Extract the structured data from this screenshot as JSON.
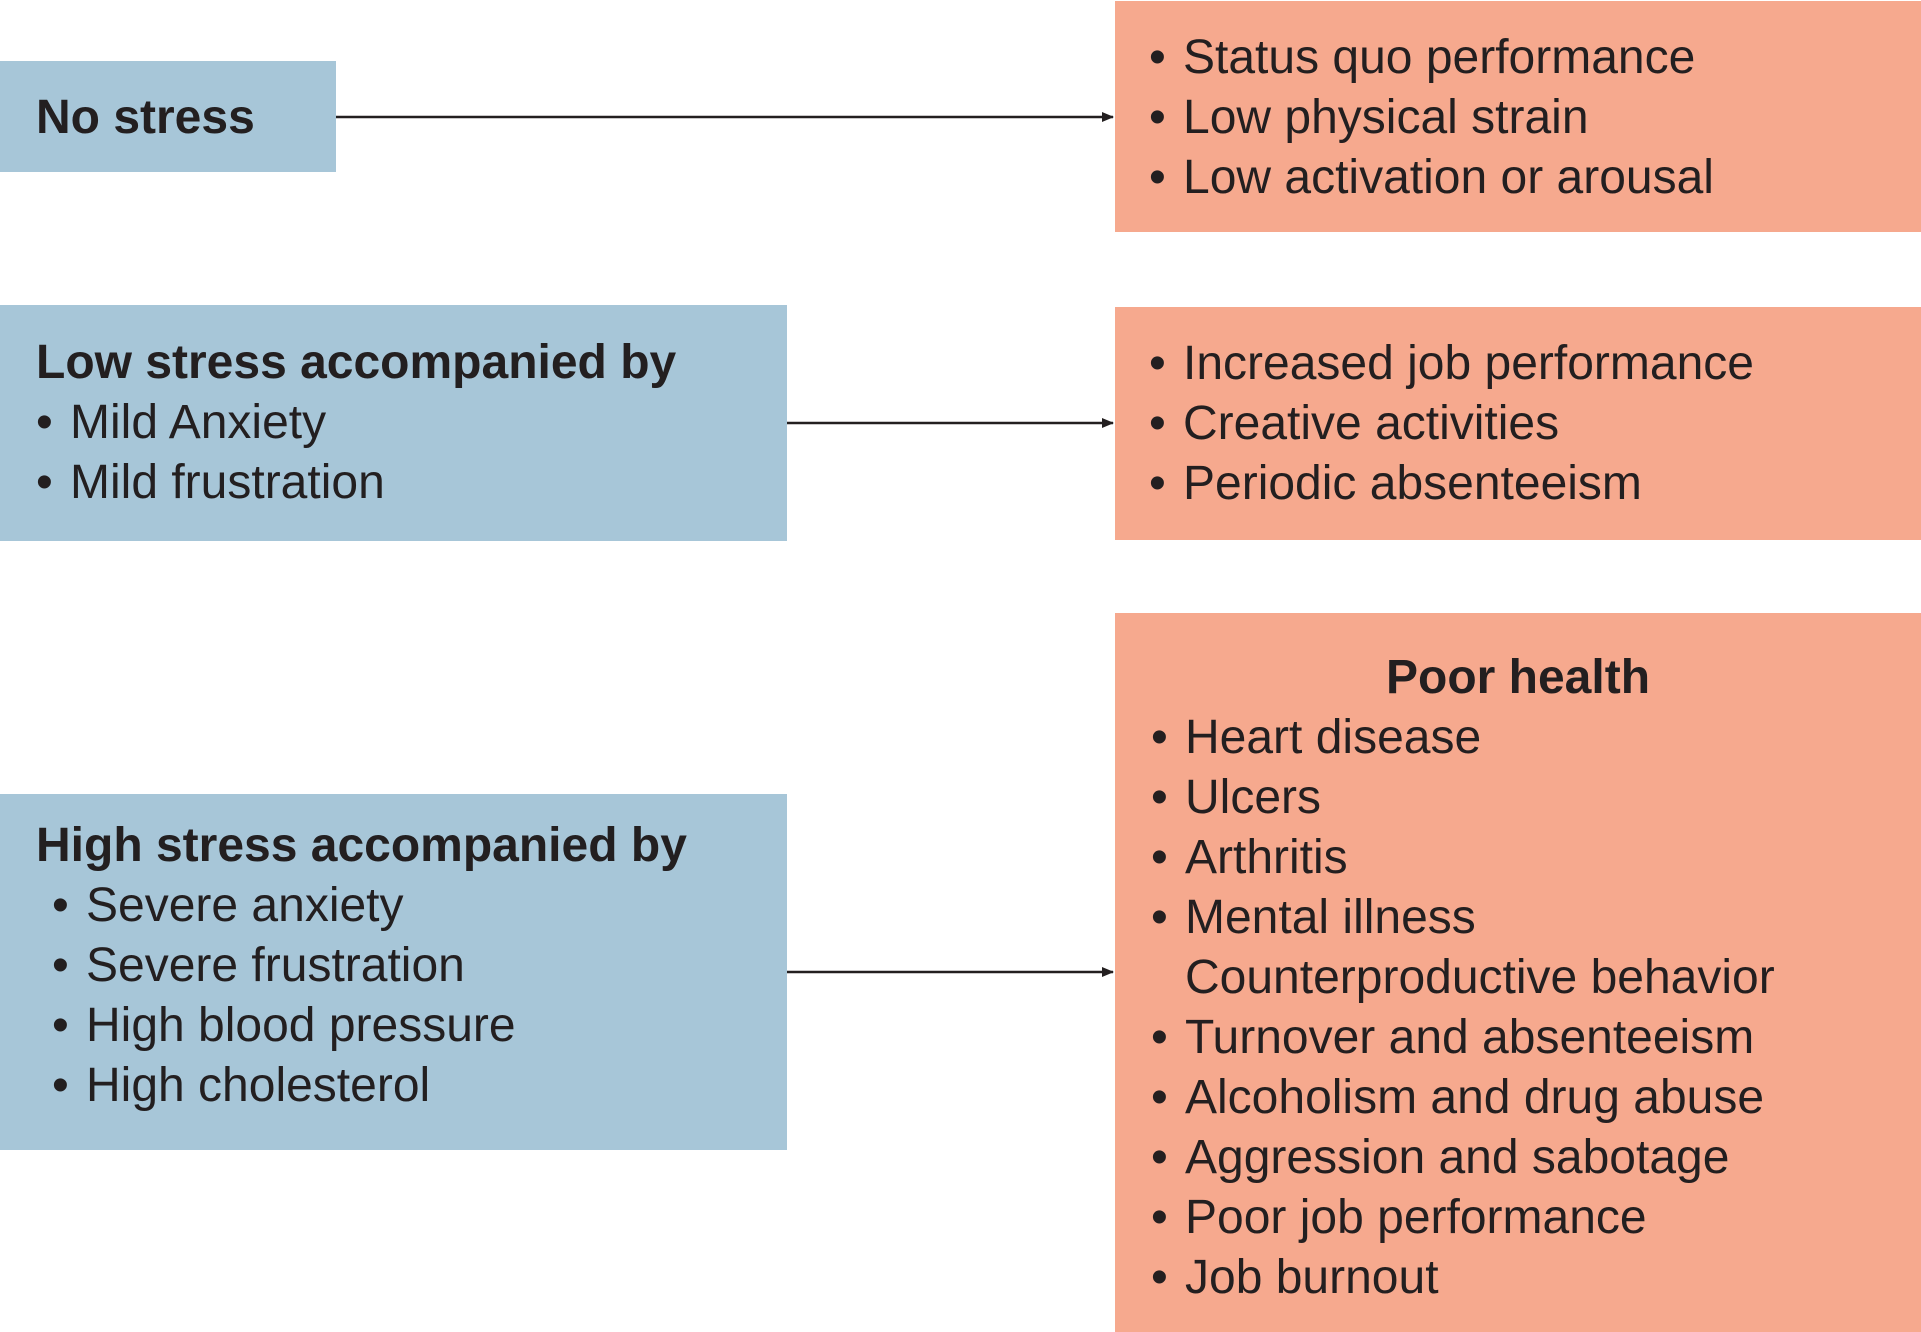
{
  "colors": {
    "cause_fill": "#a7c6d8",
    "effect_fill": "#f6a98e",
    "text": "#231f20",
    "arrow": "#231f20"
  },
  "bullet_glyph": "•",
  "rows": [
    {
      "cause": {
        "title": "No stress",
        "items": []
      },
      "effect": {
        "title": "",
        "items": [
          "Status quo performance",
          "Low physical strain",
          "Low activation or arousal"
        ]
      }
    },
    {
      "cause": {
        "title": "Low stress accompanied by",
        "items": [
          "Mild Anxiety",
          "Mild frustration"
        ]
      },
      "effect": {
        "title": "",
        "items": [
          "Increased job performance",
          "Creative activities",
          "Periodic absenteeism"
        ]
      }
    },
    {
      "cause": {
        "title": "High stress accompanied by",
        "items": [
          "Severe anxiety",
          "Severe frustration",
          "High blood pressure",
          "High cholesterol"
        ]
      },
      "effect": {
        "title": "Poor health",
        "items": [
          "Heart disease",
          "Ulcers",
          "Arthritis",
          "Mental illness",
          "Counterproductive behavior",
          "Turnover and absenteeism",
          "Alcoholism and drug abuse",
          "Aggression and sabotage",
          "Poor job performance",
          "Job burnout"
        ]
      }
    }
  ]
}
